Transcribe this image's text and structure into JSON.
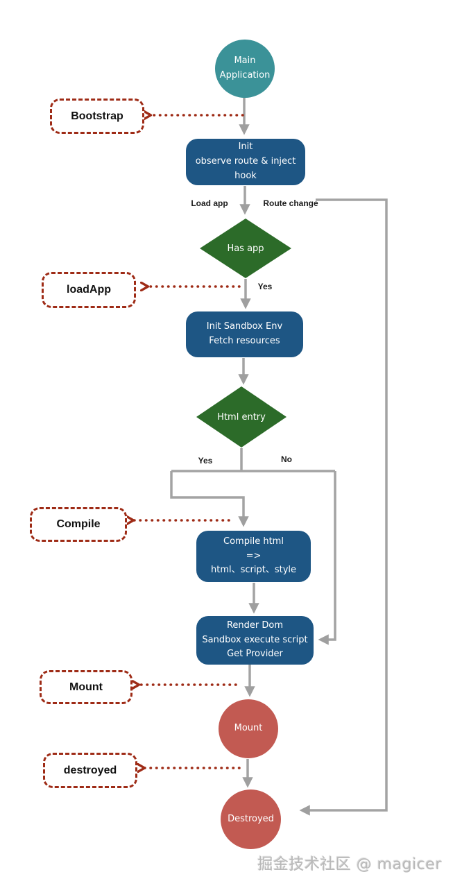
{
  "colors": {
    "teal_circle": "#3b9298",
    "blue_box": "#1e5684",
    "green_diamond": "#2c6b29",
    "salmon_circle": "#c25a52",
    "callout_border_red": "#9e2b16",
    "connector_gray": "#a3a3a3"
  },
  "nodes": {
    "main_application": "Main\nApplication",
    "init": "Init\nobserve route & inject hook",
    "has_app": "Has app",
    "init_sandbox": "Init Sandbox Env\nFetch resources",
    "html_entry": "Html entry",
    "compile_html": "Compile html\n=>\nhtml、script、style",
    "render_dom": "Render Dom\nSandbox execute script\nGet Provider",
    "mount": "Mount",
    "destroyed": "Destroyed"
  },
  "callouts": {
    "bootstrap": "Bootstrap",
    "load_app": "loadApp",
    "compile": "Compile",
    "mount": "Mount",
    "destroyed": "destroyed"
  },
  "edge_labels": {
    "load_app": "Load app",
    "route_change": "Route change",
    "yes_has_app": "Yes",
    "yes_html_entry": "Yes",
    "no_html_entry": "No"
  },
  "watermark": "掘金技术社区 @ magicer"
}
